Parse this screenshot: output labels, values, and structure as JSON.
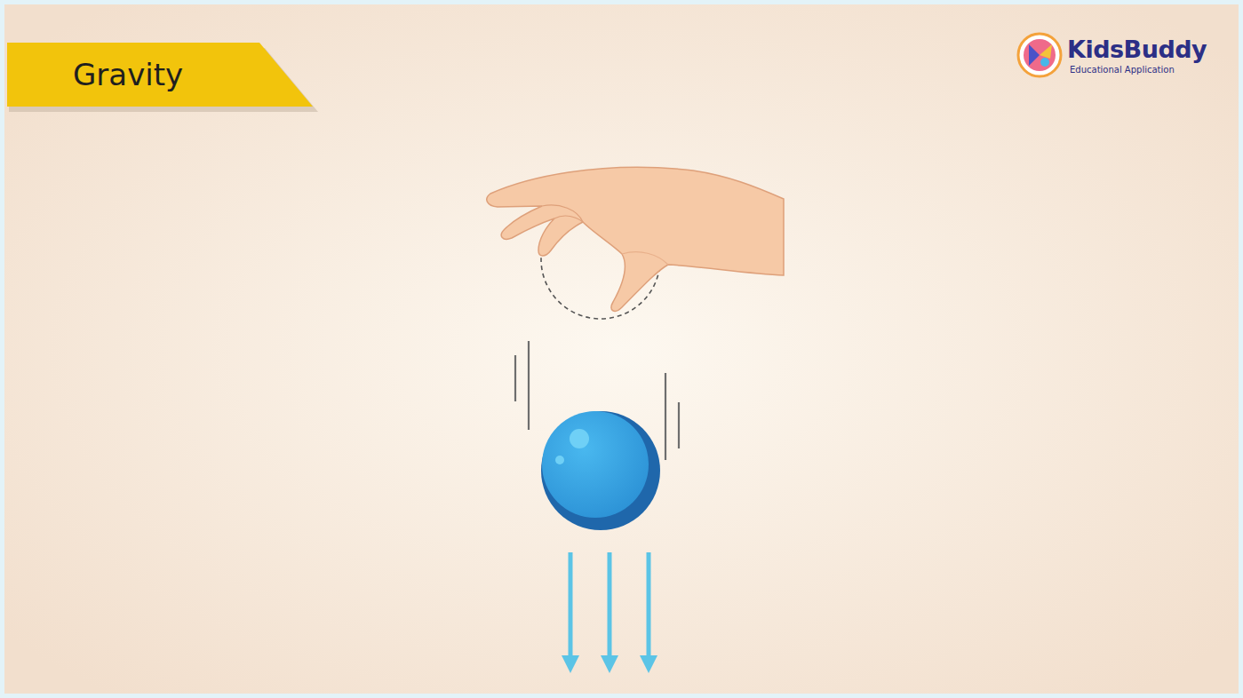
{
  "diagram": {
    "title": "Gravity",
    "labels": [
      "KidsBuddy",
      "Educational Application"
    ]
  }
}
